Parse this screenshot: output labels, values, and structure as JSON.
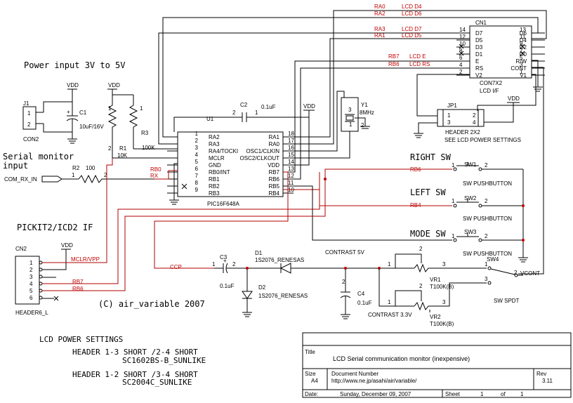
{
  "texts": {
    "power_input": "Power input 3V to 5V",
    "serial_monitor": "Serial monitor",
    "input": "input",
    "com_rx_in": "COM_RX_IN",
    "pickit": "PICKIT2/ICD2 IF",
    "copyright": "(C) air_variable 2007",
    "lcd_power_settings": "LCD POWER SETTINGS",
    "header13": "HEADER 1-3 SHORT /2-4 SHORT",
    "sc1602": "SC1602BS-B_SUNLIKE",
    "header12": "HEADER 1-2 SHORT /3-4 SHORT",
    "sc2004": "SC2004C_SUNLIKE",
    "right_sw": "RIGHT SW",
    "left_sw": "LEFT SW",
    "mode_sw": "MODE SW",
    "contrast5": "CONTRAST 5V",
    "contrast33": "CONTRAST 3.3V",
    "see_lcd": "SEE LCD POWER SETTINGS",
    "lcd_if": "LCD I/F"
  },
  "parts": {
    "j1": "J1",
    "con2": "CON2",
    "c1": "C1",
    "c1_val": "10uF/16V",
    "r1": "R1",
    "r1_val": "10K",
    "r3": "R3",
    "r3_val": "100K",
    "r2": "R2",
    "r2_val": "100",
    "u1": "U1",
    "u1_val": "PIC16F648A",
    "c2": "C2",
    "c2_val": "0.1uF",
    "y1": "Y1",
    "y1_val": "8MHz",
    "cn1": "CN1",
    "cn1_val": "CON7X2",
    "jp1": "JP1",
    "jp1_val": "HEADER 2X2",
    "sw1": "SW1",
    "sw2": "SW2",
    "sw3": "SW3",
    "sw_push": "SW PUSHBUTTON",
    "sw4": "SW4",
    "sw4_val": "SW SPDT",
    "c3": "C3",
    "c3_val": "0.1uF",
    "d1": "D1",
    "d1_val": "1S2076_RENESAS",
    "d2": "D2",
    "d2_val": "1S2076_RENESAS",
    "c4": "C4",
    "c4_val": "0.1uF",
    "vr1": "VR1",
    "vr1_val": "T100K(B)",
    "vr2": "VR2",
    "vr2_val": "T100K(B)",
    "cn2": "CN2",
    "cn2_val": "HEADER6_L",
    "vdd": "VDD",
    "gnd": "GND",
    "vcont": "VCONT"
  },
  "pic_pins_left": [
    {
      "n": "1",
      "name": "RA2"
    },
    {
      "n": "2",
      "name": "RA3"
    },
    {
      "n": "3",
      "name": "RA4/TOCKI"
    },
    {
      "n": "4",
      "name": "MCLR"
    },
    {
      "n": "5",
      "name": "GND"
    },
    {
      "n": "6",
      "name": "RB0/INT"
    },
    {
      "n": "7",
      "name": "RB1"
    },
    {
      "n": "8",
      "name": "RB2"
    },
    {
      "n": "9",
      "name": "RB3"
    }
  ],
  "pic_pins_right": [
    {
      "n": "18",
      "name": "RA1"
    },
    {
      "n": "17",
      "name": "RA0"
    },
    {
      "n": "16",
      "name": "OSC1/CLKIN"
    },
    {
      "n": "15",
      "name": "OSC2/CLKOUT"
    },
    {
      "n": "14",
      "name": "VDD"
    },
    {
      "n": "13",
      "name": "RB7"
    },
    {
      "n": "12",
      "name": "RB6"
    },
    {
      "n": "11",
      "name": "RB5"
    },
    {
      "n": "10",
      "name": "RB4"
    }
  ],
  "lcd_pins_left": [
    {
      "n": "14",
      "name": "D7"
    },
    {
      "n": "12",
      "name": "D5"
    },
    {
      "n": "10",
      "name": "D3"
    },
    {
      "n": "8",
      "name": "D1"
    },
    {
      "n": "6",
      "name": "E"
    },
    {
      "n": "4",
      "name": "RS"
    },
    {
      "n": "2",
      "name": "V2"
    }
  ],
  "lcd_pins_right": [
    {
      "n": "13",
      "name": "D6"
    },
    {
      "n": "11",
      "name": "D4"
    },
    {
      "n": "9",
      "name": "D2"
    },
    {
      "n": "7",
      "name": "D0"
    },
    {
      "n": "5",
      "name": "R/W"
    },
    {
      "n": "3",
      "name": "CONT"
    },
    {
      "n": "1",
      "name": "V1"
    }
  ],
  "nets": {
    "ra0": "RA0",
    "ra1": "RA1",
    "ra2": "RA2",
    "ra3": "RA3",
    "lcd_d4": "LCD D4",
    "lcd_d5": "LCD D5",
    "lcd_d6": "LCD D6",
    "lcd_d7": "LCD D7",
    "rb7": "RB7",
    "rb6": "RB6",
    "rb4": "RB4",
    "rb0": "RB0",
    "rx": "RX",
    "lcd_e": "LCD E",
    "lcd_rs": "LCD RS",
    "mclr": "MCLR/VPP",
    "ccp": "CCP"
  },
  "cn2_pins": [
    "1",
    "2",
    "3",
    "4",
    "5",
    "6"
  ],
  "title_block": {
    "title_label": "Title",
    "title": "LCD Serial communication monitor (inexpensive)",
    "size_label": "Size",
    "size": "A4",
    "docnum_label": "Document Number",
    "docnum": "http://www.ne.jp/asahi/air/variable/",
    "rev_label": "Rev",
    "rev": "3.11",
    "date_label": "Date:",
    "date": "Sunday, December 09, 2007",
    "sheet_label": "Sheet",
    "sheet": "1",
    "of_label": "of",
    "of": "1"
  }
}
